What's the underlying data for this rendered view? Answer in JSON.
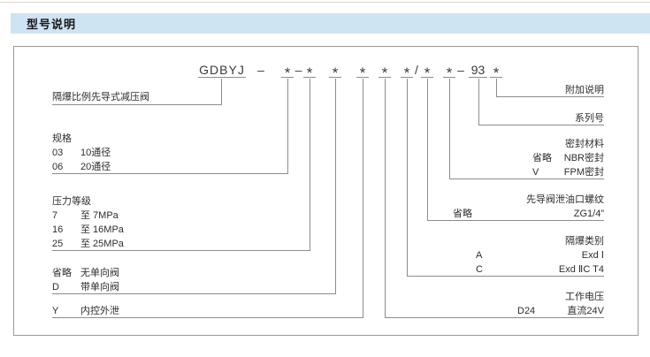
{
  "header": {
    "title": "型号说明"
  },
  "model_code": {
    "segments": [
      "GDBYJ",
      "–",
      "*",
      "–",
      "*",
      "*",
      "*",
      "*",
      "*",
      "/",
      "*",
      "*",
      "–",
      "93",
      "*"
    ]
  },
  "callouts": {
    "valve_name": {
      "label": "隔爆比例先导式减压阀"
    },
    "spec": {
      "title": "规格",
      "options": [
        {
          "code": "03",
          "desc": "10通径"
        },
        {
          "code": "06",
          "desc": "20通径"
        }
      ]
    },
    "pressure": {
      "title": "压力等级",
      "options": [
        {
          "code": "7",
          "desc": "至 7MPa"
        },
        {
          "code": "16",
          "desc": "至 16MPa"
        },
        {
          "code": "25",
          "desc": "至 25MPa"
        }
      ]
    },
    "check_valve": {
      "options": [
        {
          "code": "省略",
          "desc": "无单向阀"
        },
        {
          "code": "D",
          "desc": "带单向阀"
        }
      ]
    },
    "drain": {
      "options": [
        {
          "code": "Y",
          "desc": "内控外泄"
        }
      ]
    },
    "voltage": {
      "title": "工作电压",
      "options": [
        {
          "code": "D24",
          "desc": "直流24V"
        }
      ]
    },
    "explosion_class": {
      "title": "隔爆类别",
      "options": [
        {
          "code": "A",
          "desc": "Exd Ⅰ"
        },
        {
          "code": "C",
          "desc": "Exd ⅡC T4"
        }
      ]
    },
    "pilot_thread": {
      "title": "先导阀泄油口螺纹",
      "options": [
        {
          "code": "省略",
          "desc": "ZG1/4”"
        }
      ]
    },
    "seal": {
      "title": "密封材料",
      "options": [
        {
          "code": "省略",
          "desc": "NBR密封"
        },
        {
          "code": "V",
          "desc": "FPM密封"
        }
      ]
    },
    "series": {
      "label": "系列号"
    },
    "note": {
      "label": "附加说明"
    }
  }
}
